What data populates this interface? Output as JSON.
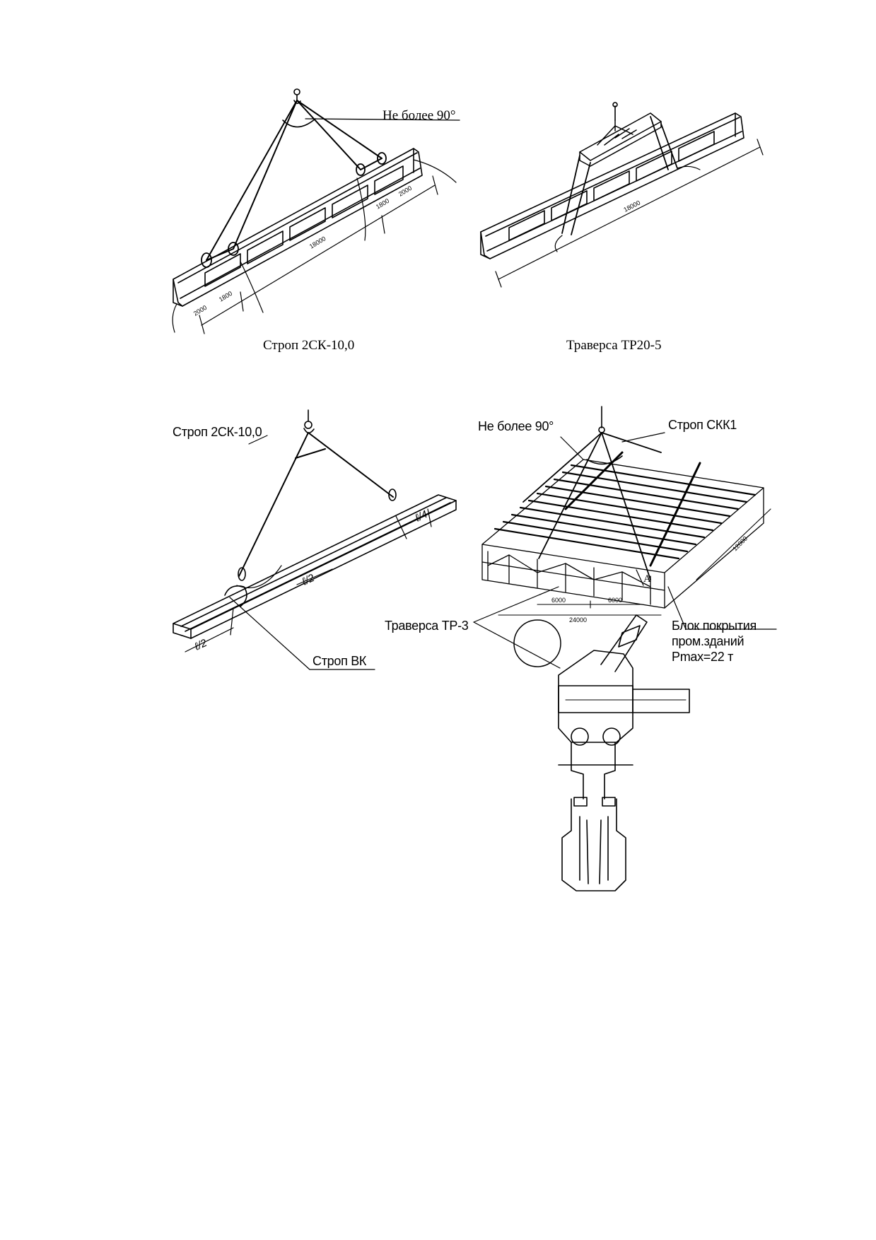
{
  "panels": {
    "p1": {
      "caption": "Строп 2СК-10,0",
      "angle_note": "Не более 90°",
      "dims": [
        "2000",
        "1800",
        "18000",
        "1800",
        "2000"
      ]
    },
    "p2": {
      "caption": "Траверса ТР20-5",
      "dims": [
        "18000"
      ]
    },
    "p3": {
      "sling_label": "Строп 2СК-10,0",
      "vk_label": "Строп ВК",
      "dims": [
        "ℓ/2",
        "ℓ/2",
        "ℓ/4"
      ]
    },
    "p4": {
      "angle_note": "Не более 90°",
      "sling_label": "Строп СКК1",
      "traverse_label": "Траверса ТР-3",
      "block_label_1": "Блок покрытия",
      "block_label_2": "пром.зданий",
      "block_label_3": "Pmax=22 т",
      "marker": "А",
      "dims": [
        "6000",
        "6000",
        "24000",
        "12000"
      ]
    }
  }
}
